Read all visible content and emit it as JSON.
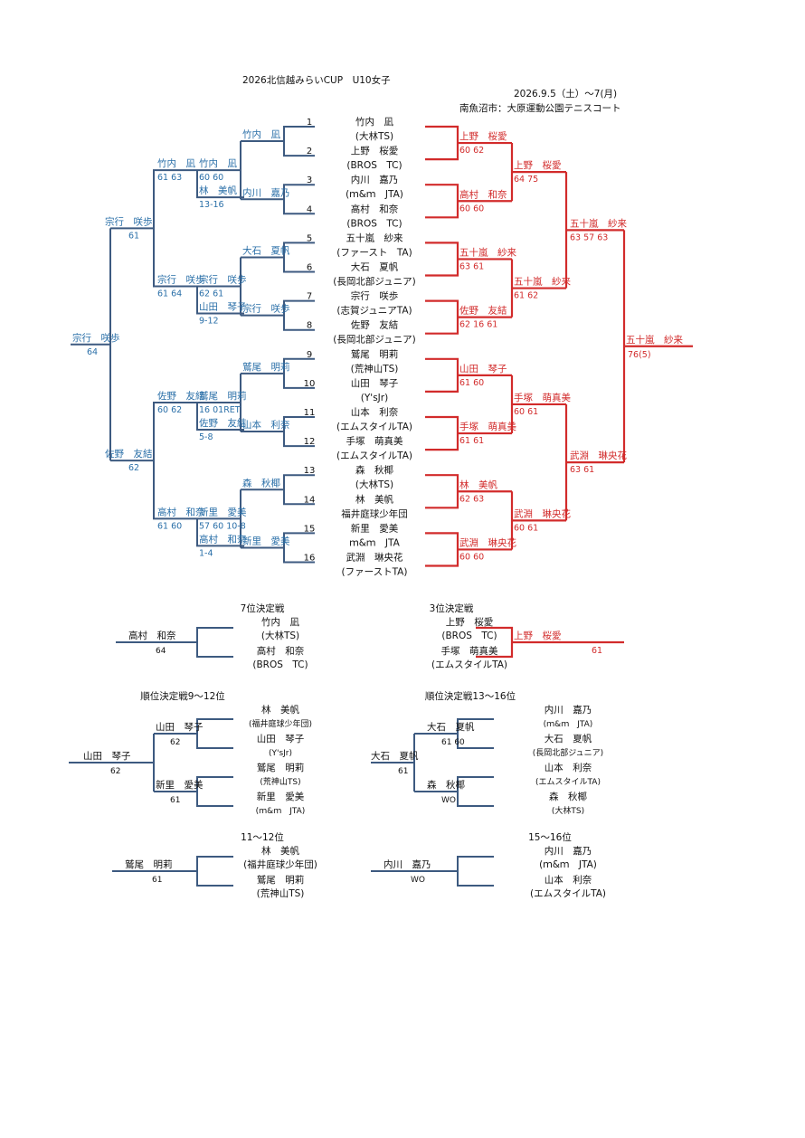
{
  "title": "2026北信越みらいCUP　U10女子",
  "date": "2026.9.5（土）～7(月)",
  "venue": "南魚沼市：大原運動公園テニスコート",
  "colors": {
    "left_line": "#3d5a80",
    "right_line": "#d22b2b",
    "left_text": "#2a6fa8",
    "right_text": "#d22b2b",
    "plain": "#111111"
  },
  "draw": [
    {
      "no": "1",
      "name": "竹内　凪",
      "club": "(大林TS)"
    },
    {
      "no": "2",
      "name": "上野　桜愛",
      "club": "(BROS　TC)"
    },
    {
      "no": "3",
      "name": "内川　嘉乃",
      "club": "(ｍ&ｍ　JTA)"
    },
    {
      "no": "4",
      "name": "高村　和奈",
      "club": "(BROS　TC)"
    },
    {
      "no": "5",
      "name": "五十嵐　紗来",
      "club": "(ファースト　TA)"
    },
    {
      "no": "6",
      "name": "大石　夏帆",
      "club": "(長岡北部ジュニア)"
    },
    {
      "no": "7",
      "name": "宗行　咲歩",
      "club": "(志賀ジュニアTA)"
    },
    {
      "no": "8",
      "name": "佐野　友結",
      "club": "(長岡北部ジュニア)"
    },
    {
      "no": "9",
      "name": "鷲尾　明莉",
      "club": "(荒神山TS)"
    },
    {
      "no": "10",
      "name": "山田　琴子",
      "club": "(Y'sJr)"
    },
    {
      "no": "11",
      "name": "山本　利奈",
      "club": "(エムスタイルTA)"
    },
    {
      "no": "12",
      "name": "手塚　萌真美",
      "club": "(エムスタイルTA)"
    },
    {
      "no": "13",
      "name": "森　秋椰",
      "club": "(大林TS)"
    },
    {
      "no": "14",
      "name": "林　美帆",
      "club": "福井庭球少年団"
    },
    {
      "no": "15",
      "name": "新里　愛美",
      "club": "ｍ&ｍ　JTA"
    },
    {
      "no": "16",
      "name": "武淵　琳央花",
      "club": "(ファーストTA)"
    }
  ],
  "left_r1": [
    {
      "name": "竹内　凪",
      "score": ""
    },
    {
      "name": "内川　嘉乃",
      "score": ""
    },
    {
      "name": "大石　夏帆",
      "score": ""
    },
    {
      "name": "宗行　咲歩",
      "score": ""
    },
    {
      "name": "鷲尾　明莉",
      "score": ""
    },
    {
      "name": "山本　利奈",
      "score": ""
    },
    {
      "name": "森　秋椰",
      "score": ""
    },
    {
      "name": "新里　愛美",
      "score": ""
    }
  ],
  "left_r2": [
    {
      "name": "竹内　凪",
      "score": "60 60"
    },
    {
      "name": "林　美帆",
      "score": "13-16"
    },
    {
      "name": "宗行　咲歩",
      "score": "62 61"
    },
    {
      "name": "山田　琴子",
      "score": "9-12"
    },
    {
      "name": "鷲尾　明莉",
      "score": "16 01RET"
    },
    {
      "name": "佐野　友結",
      "score": "5-8"
    },
    {
      "name": "新里　愛美",
      "score": "57 60 10-8"
    },
    {
      "name": "高村　和奈",
      "score": "1-4"
    }
  ],
  "left_r3": [
    {
      "name": "竹内　凪",
      "score": "61 63"
    },
    {
      "name": "宗行　咲歩",
      "score": "61 64"
    },
    {
      "name": "佐野　友結",
      "score": "60 62"
    },
    {
      "name": "高村　和奈",
      "score": "61 60"
    }
  ],
  "left_r4": [
    {
      "name": "宗行　咲歩",
      "score": "61"
    },
    {
      "name": "佐野　友結",
      "score": "62"
    }
  ],
  "left_r5": {
    "name": "宗行　咲歩",
    "score": "64"
  },
  "right_r1": [
    {
      "name": "上野　桜愛",
      "score": "60 62"
    },
    {
      "name": "高村　和奈",
      "score": "60 60"
    },
    {
      "name": "五十嵐　紗来",
      "score": "63 61"
    },
    {
      "name": "佐野　友結",
      "score": "62 16 61"
    },
    {
      "name": "山田　琴子",
      "score": "61 60"
    },
    {
      "name": "手塚　萌真美",
      "score": "61 61"
    },
    {
      "name": "林　美帆",
      "score": "62 63"
    },
    {
      "name": "武淵　琳央花",
      "score": "60 60"
    }
  ],
  "right_r2": [
    {
      "name": "上野　桜愛",
      "score": "64 75"
    },
    {
      "name": "五十嵐　紗来",
      "score": "61 62"
    },
    {
      "name": "手塚　萌真美",
      "score": "60 61"
    },
    {
      "name": "武淵　琳央花",
      "score": "60 61"
    }
  ],
  "right_r3": [
    {
      "name": "五十嵐　紗来",
      "score": "63 57 63"
    },
    {
      "name": "武淵　琳央花",
      "score": "63 61"
    }
  ],
  "right_final": {
    "name": "五十嵐　紗来",
    "score": "76(5)"
  },
  "p7": {
    "title": "7位決定戦",
    "p1": "竹内　凪",
    "c1": "(大林TS)",
    "p2": "高村　和奈",
    "c2": "(BROS　TC)",
    "winner": "高村　和奈",
    "score": "64"
  },
  "p3": {
    "title": "3位決定戦",
    "p1": "上野　桜愛",
    "c1": "(BROS　TC)",
    "p2": "手塚　萌真美",
    "c2": "(エムスタイルTA)",
    "winner": "上野　桜愛",
    "score": "61"
  },
  "p9": {
    "title": "順位決定戦9～12位",
    "players": [
      {
        "name": "林　美帆",
        "club": "(福井庭球少年団)"
      },
      {
        "name": "山田　琴子",
        "club": "(Y'sJr)"
      },
      {
        "name": "鷲尾　明莉",
        "club": "(荒神山TS)"
      },
      {
        "name": "新里　愛美",
        "club": "(ｍ&ｍ　JTA)"
      }
    ],
    "semi": [
      {
        "name": "山田　琴子",
        "score": "62"
      },
      {
        "name": "新里　愛美",
        "score": "61"
      }
    ],
    "winner": {
      "name": "山田　琴子",
      "score": "62"
    }
  },
  "p13": {
    "title": "順位決定戦13～16位",
    "players": [
      {
        "name": "内川　嘉乃",
        "club": "(ｍ&ｍ　JTA)"
      },
      {
        "name": "大石　夏帆",
        "club": "(長岡北部ジュニア)"
      },
      {
        "name": "山本　利奈",
        "club": "(エムスタイルTA)"
      },
      {
        "name": "森　秋椰",
        "club": "(大林TS)"
      }
    ],
    "semi": [
      {
        "name": "大石　夏帆",
        "score": "61 60"
      },
      {
        "name": "森　秋椰",
        "score": "WO"
      }
    ],
    "winner": {
      "name": "大石　夏帆",
      "score": "61"
    }
  },
  "p11": {
    "title": "11～12位",
    "p1": "林　美帆",
    "c1": "(福井庭球少年団)",
    "p2": "鷲尾　明莉",
    "c2": "(荒神山TS)",
    "winner": "鷲尾　明莉",
    "score": "61"
  },
  "p15": {
    "title": "15～16位",
    "p1": "内川　嘉乃",
    "c1": "(ｍ&ｍ　JTA)",
    "p2": "山本　利奈",
    "c2": "(エムスタイルTA)",
    "winner": "内川　嘉乃",
    "score": "WO"
  }
}
